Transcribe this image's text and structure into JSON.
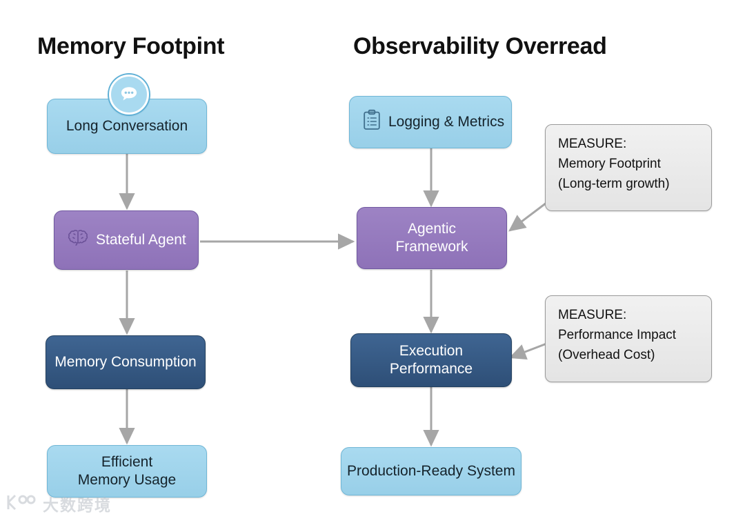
{
  "diagram": {
    "columns": [
      {
        "id": "left",
        "title": "Memory Footpint"
      },
      {
        "id": "right",
        "title": "Observability Overread"
      }
    ],
    "nodes": {
      "long_conversation": {
        "label": "Long Conversation",
        "icon": "chat-bubble-icon",
        "style": "light-blue",
        "color": "#a9daf0"
      },
      "stateful_agent": {
        "label": "Stateful Agent",
        "icon": "brain-icon",
        "style": "purple",
        "color": "#9d83c4"
      },
      "memory_consumption": {
        "label": "Memory Consumption",
        "icon": "",
        "style": "navy",
        "color": "#3f6592"
      },
      "efficient_memory": {
        "label": "Efficient\nMemory Usage",
        "icon": "",
        "style": "light-blue",
        "color": "#a9daf0"
      },
      "logging_metrics": {
        "label": "Logging & Metrics",
        "icon": "clipboard-icon",
        "style": "light-blue",
        "color": "#a9daf0"
      },
      "agentic_framework": {
        "label": "Agentic\nFramework",
        "icon": "",
        "style": "purple",
        "color": "#9d83c4"
      },
      "execution_performance": {
        "label": "Execution\nPerformance",
        "icon": "",
        "style": "navy",
        "color": "#3f6592"
      },
      "production_ready": {
        "label": "Production-Ready System",
        "icon": "",
        "style": "light-blue",
        "color": "#a9daf0"
      }
    },
    "callouts": {
      "measure_memory": {
        "text": "MEASURE:\nMemory Footprint\n(Long-term growth)"
      },
      "measure_performance": {
        "text": "MEASURE:\nPerformance Impact\n(Overhead Cost)"
      }
    },
    "connector_color": "#a6a6a6"
  },
  "watermark": {
    "text": "大数跨境",
    "mark": "K100"
  }
}
